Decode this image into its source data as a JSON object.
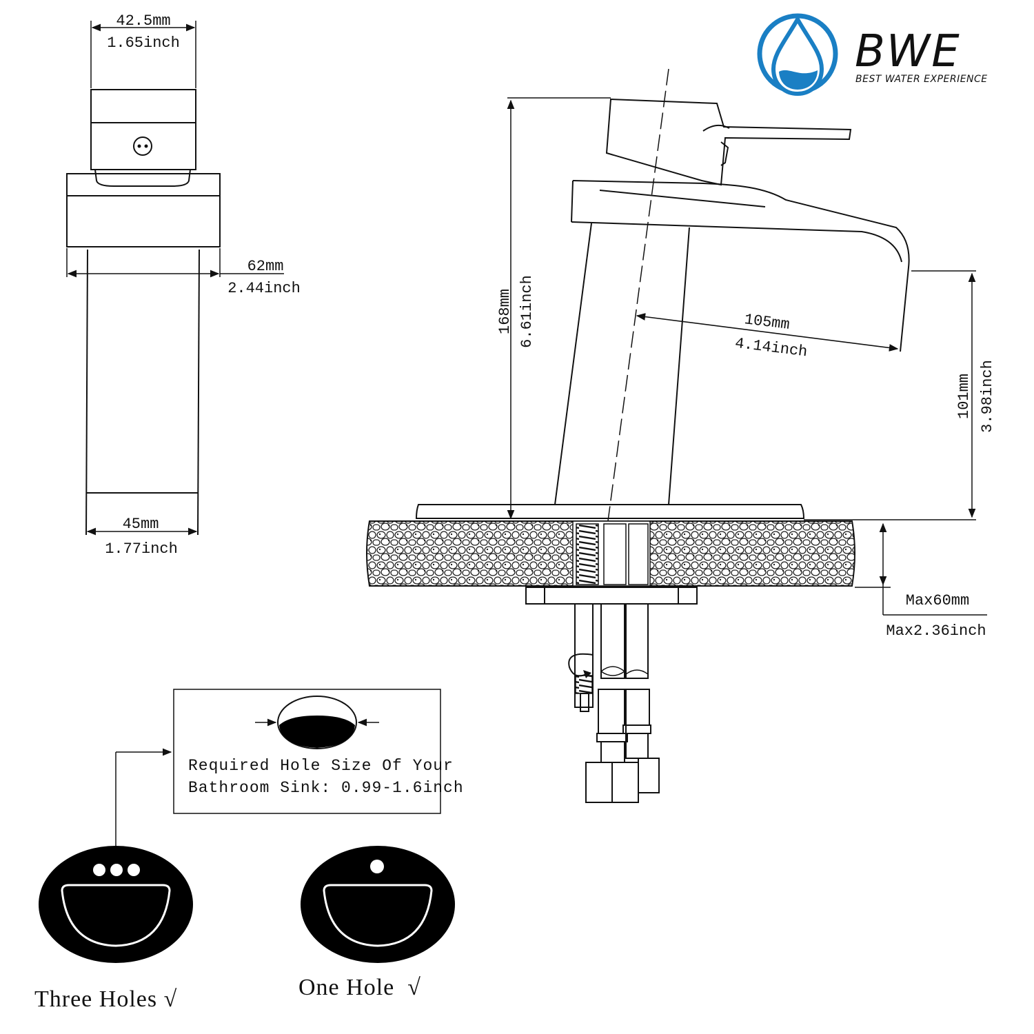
{
  "brand": {
    "name": "BWE",
    "tagline": "BEST WATER EXPERIENCE",
    "primary_color": "#1a7fc4",
    "text_color": "#555555"
  },
  "side_view": {
    "handle_width": {
      "mm": "42.5mm",
      "inch": "1.65inch"
    },
    "spout_width": {
      "mm": "62mm",
      "inch": "2.44inch"
    },
    "base_width": {
      "mm": "45mm",
      "inch": "1.77inch"
    }
  },
  "front_view": {
    "total_height": {
      "mm": "168mm",
      "inch": "6.61inch"
    },
    "spout_reach": {
      "mm": "105mm",
      "inch": "4.14inch"
    },
    "spout_height": {
      "mm": "101mm",
      "inch": "3.98inch"
    },
    "deck_thickness": {
      "mm": "Max60mm",
      "inch": "Max2.36inch"
    }
  },
  "hole_note": {
    "line1": "Required Hole Size Of Your",
    "line2": "Bathroom Sink: 0.99-1.6inch"
  },
  "sinks": [
    {
      "label": "Three Holes √",
      "holes": 3
    },
    {
      "label": "One Hole  √",
      "holes": 1
    }
  ],
  "line_color": "#111111"
}
